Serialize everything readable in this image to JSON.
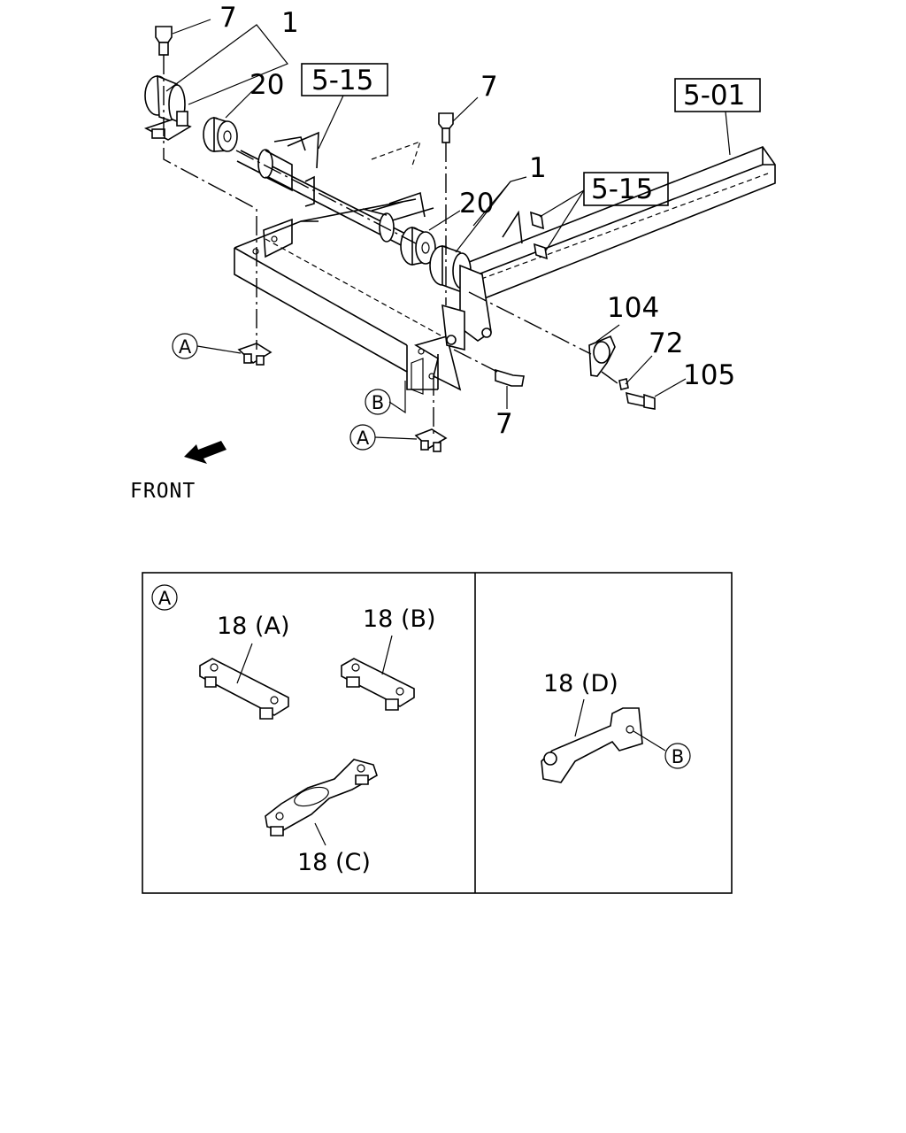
{
  "labels": {
    "bolt_top_left": "7",
    "bracket_left": "1",
    "bushing_left": "20",
    "ref_left": "5-15",
    "bolt_top_mid": "7",
    "ref_frame": "5-01",
    "bracket_right": "1",
    "bushing_right": "20",
    "ref_right": "5-15",
    "clamp": "104",
    "washer": "72",
    "bolt_right": "105",
    "bolt_bottom": "7",
    "circle_a_left": "A",
    "circle_a_bottom": "A",
    "circle_b": "B",
    "front": "FRONT"
  },
  "detail": {
    "circle_a": "A",
    "part_a": "18 (A)",
    "part_b": "18 (B)",
    "part_c": "18 (C)",
    "part_d": "18 (D)",
    "circle_b": "B"
  }
}
